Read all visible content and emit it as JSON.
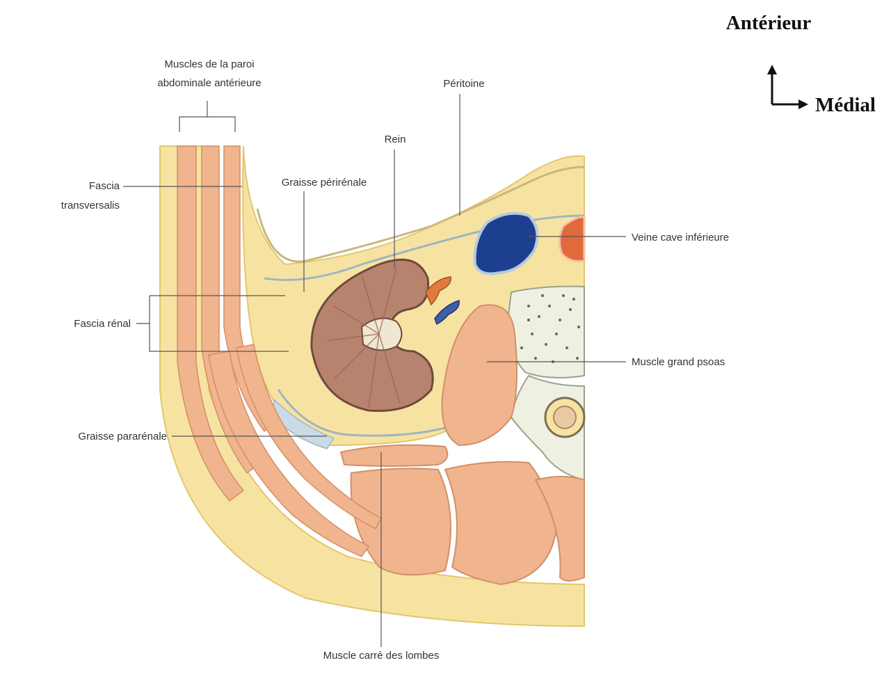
{
  "orientation": {
    "anterior": "Antérieur",
    "medial": "Médial"
  },
  "labels": {
    "anterior_wall_muscles_line1": "Muscles de la paroi",
    "anterior_wall_muscles_line2": "abdominale antérieure",
    "peritoneum": "Péritoine",
    "kidney": "Rein",
    "fascia_transversalis_line1": "Fascia",
    "fascia_transversalis_line2": "transversalis",
    "perirenal_fat": "Graisse périrénale",
    "inferior_vena_cava": "Veine cave inférieure",
    "renal_fascia": "Fascia rénal",
    "psoas_major": "Muscle grand psoas",
    "pararenal_fat": "Graisse pararénale",
    "quadratus_lumborum": "Muscle carré des lombes"
  },
  "colors": {
    "fat": "#f7e3a1",
    "fat_edge": "#e2c66e",
    "muscle": "#f0b48e",
    "muscle_edge": "#d38e66",
    "kidney": "#b8836e",
    "kidney_edge": "#6f4a3c",
    "vena_cava": "#1d3f8f",
    "aorta": "#e06a3a",
    "fascia": "#bfcfd9",
    "bone": "#eef0e2"
  }
}
